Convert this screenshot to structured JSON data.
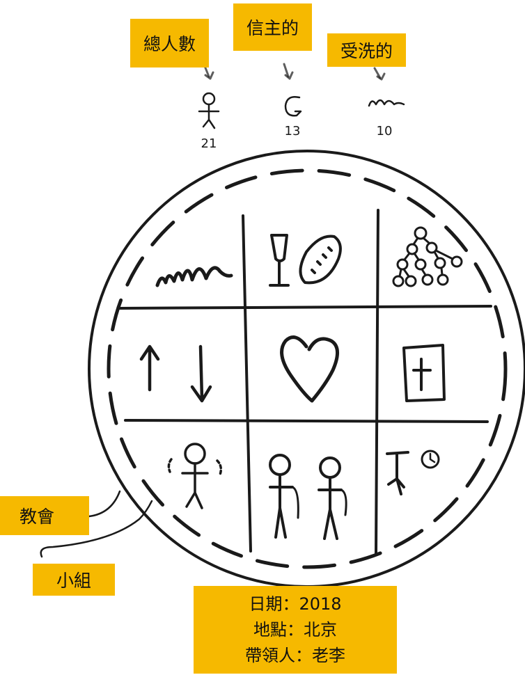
{
  "stats_labels": {
    "total": "總人數",
    "believed": "信主的",
    "baptized": "受洗的"
  },
  "stats_values": {
    "total": "21",
    "believed": "13",
    "baptized": "10"
  },
  "side_labels": {
    "church": "教會",
    "group": "小組"
  },
  "info": {
    "date": "日期：2018",
    "place": "地點：北京",
    "leader": "帶領人：老李"
  },
  "grid_cells": [
    "baptism-wave-icon",
    "communion-cup-bread-icon",
    "multiplication-tree-icon",
    "up-down-arrows-icon",
    "heart-icon",
    "bible-icon",
    "worship-person-icon",
    "two-people-icon",
    "prayer-person-clock-icon"
  ],
  "colors": {
    "label_bg": "#f6b900",
    "ink": "#111111"
  }
}
